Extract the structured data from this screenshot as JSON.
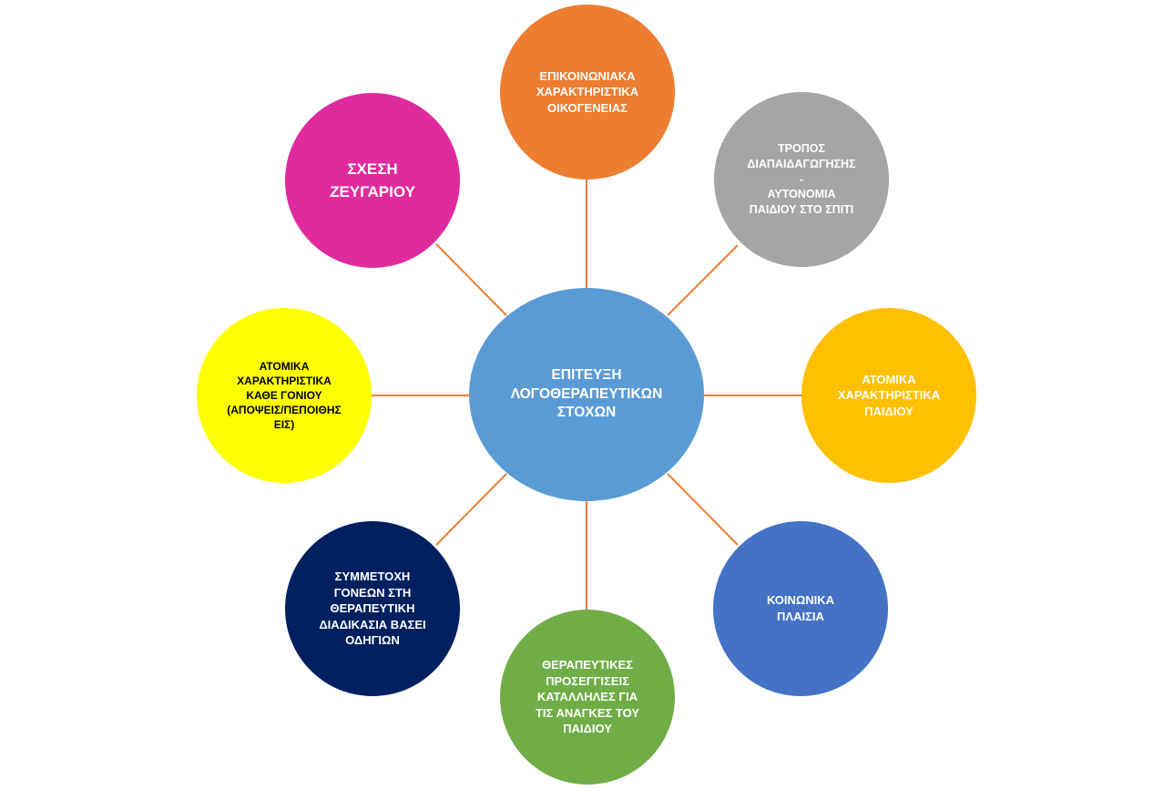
{
  "diagram": {
    "colors": {
      "connector": "#ed7d31",
      "center": "#5b9bd5",
      "communication": "#ed7d31",
      "upbringing": "#a5a5a5",
      "child_traits": "#ffc000",
      "social": "#4472c4",
      "therapy": "#70ad47",
      "participation": "#002060",
      "parent_traits": "#ffff00",
      "couple": "#df2b9d"
    },
    "center": {
      "lines": [
        "ΕΠΙΤΕΥΞΗ",
        "ΛΟΓΟΘΕΡΑΠΕΥΤΙΚΩΝ",
        "ΣΤΟΧΩΝ"
      ]
    },
    "nodes": {
      "communication": {
        "lines": [
          "ΕΠΙΚΟΙΝΩΝΙΑΚΑ",
          "ΧΑΡΑΚΤΗΡΙΣΤΙΚΑ",
          "ΟΙΚΟΓΕΝΕΙΑΣ"
        ]
      },
      "upbringing": {
        "lines": [
          "ΤΡΟΠΟΣ",
          "ΔΙΑΠΑΙΔΑΓΩΓΗΣΗΣ",
          "-",
          "ΑΥΤΟΝΟΜΙΑ",
          "ΠΑΙΔΙΟΥ ΣΤΟ ΣΠΙΤΙ"
        ]
      },
      "child_traits": {
        "lines": [
          "ΑΤΟΜΙΚΑ",
          "ΧΑΡΑΚΤΗΡΙΣΤΙΚΑ",
          "ΠΑΙΔΙΟΥ"
        ]
      },
      "social": {
        "lines": [
          "ΚΟΙΝΩΝΙΚΑ",
          "ΠΛΑΙΣΙΑ"
        ]
      },
      "therapy": {
        "lines": [
          "ΘΕΡΑΠΕΥΤΙΚΕΣ",
          "ΠΡΟΣΕΓΓΙΣΕΙΣ",
          "ΚΑΤΑΛΛΗΛΕΣ ΓΙΑ",
          "ΤΙΣ ΑΝΑΓΚΕΣ ΤΟΥ",
          "ΠΑΙΔΙΟΥ"
        ]
      },
      "participation": {
        "lines": [
          "ΣΥΜΜΕΤΟΧΗ",
          "ΓΟΝΕΩΝ ΣΤΗ",
          "ΘΕΡΑΠΕΥΤΙΚΗ",
          "ΔΙΑΔΙΚΑΣΙΑ ΒΑΣΕΙ",
          "ΟΔΗΓΙΩΝ"
        ]
      },
      "parent_traits": {
        "lines": [
          "ΑΤΟΜΙΚΑ",
          "ΧΑΡΑΚΤΗΡΙΣΤΙΚΑ",
          "ΚΑΘΕ ΓΟΝΙΟΥ",
          "(ΑΠΟΨΕΙΣ/ΠΕΠΟΙΘΗΣ",
          "ΕΙΣ)"
        ]
      },
      "couple": {
        "lines": [
          "ΣΧΕΣΗ",
          "ΖΕΥΓΑΡΙΟΥ"
        ]
      }
    }
  }
}
